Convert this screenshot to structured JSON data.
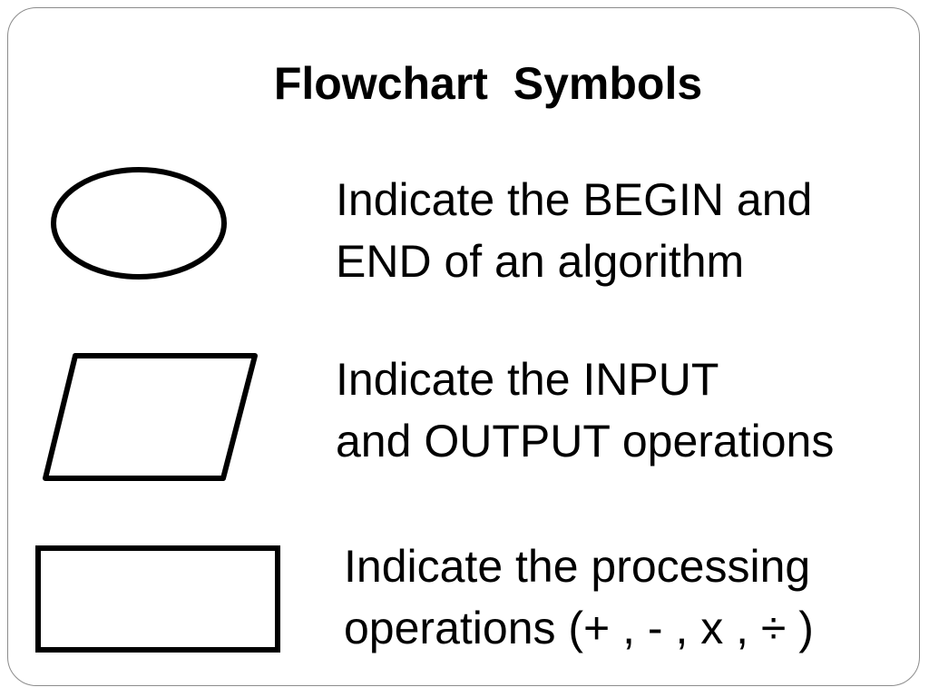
{
  "title": "Flowchart  Symbols",
  "symbols": [
    {
      "shape": "oval-icon",
      "description": [
        "Indicate the BEGIN and",
        "END of an algorithm"
      ]
    },
    {
      "shape": "parallelogram-icon",
      "description": [
        "Indicate the INPUT",
        "and OUTPUT operations"
      ]
    },
    {
      "shape": "rectangle-icon",
      "description": [
        "Indicate the processing",
        "operations (+ , - , x , ÷ )"
      ]
    }
  ]
}
